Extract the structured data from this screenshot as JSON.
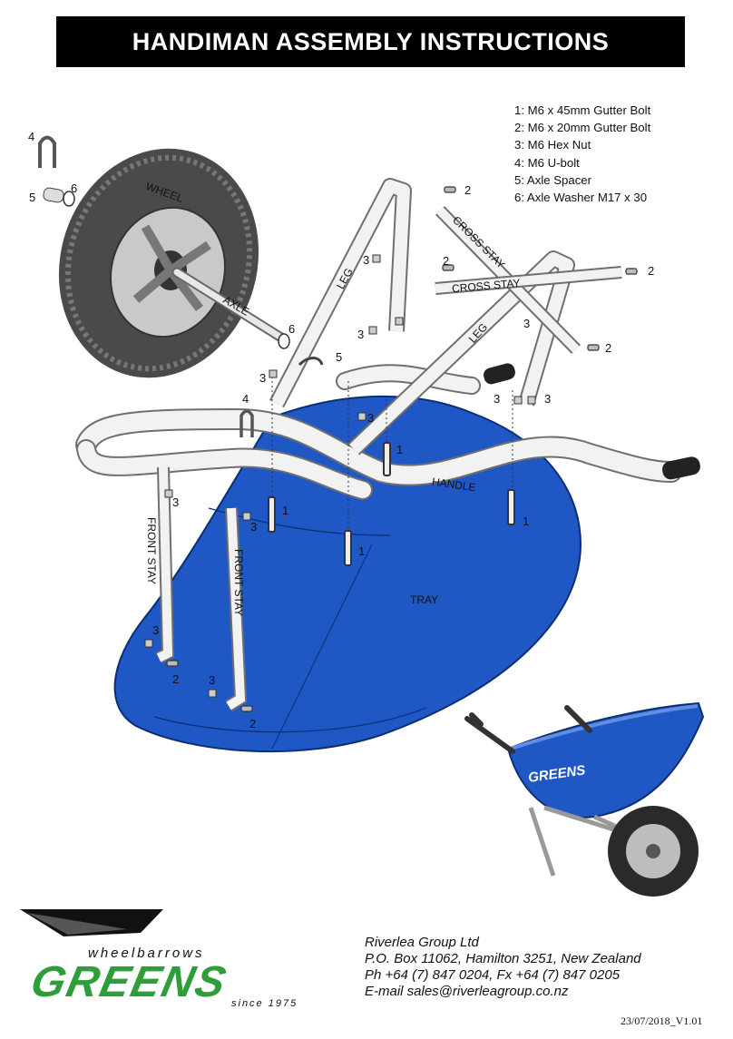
{
  "title": "HANDIMAN ASSEMBLY INSTRUCTIONS",
  "parts": [
    "1: M6 x 45mm Gutter Bolt",
    "2: M6 x 20mm Gutter Bolt",
    "3: M6 Hex Nut",
    "4: M6 U-bolt",
    "5: Axle Spacer",
    "6: Axle Washer M17 x 30"
  ],
  "labels": {
    "wheel": "WHEEL",
    "axle": "AXLE",
    "leg_left": "LEG",
    "leg_right": "LEG",
    "cross_stay_1": "CROSS STAY",
    "cross_stay_2": "CROSS STAY",
    "handle": "HANDLE",
    "front_stay_1": "FRONT STAY",
    "front_stay_2": "FRONT STAY",
    "tray": "TRAY"
  },
  "callouts": {
    "n1_a": "1",
    "n1_b": "1",
    "n1_c": "1",
    "n1_d": "1",
    "n2_a": "2",
    "n2_b": "2",
    "n2_c": "2",
    "n2_d": "2",
    "n2_e": "2",
    "n2_f": "2",
    "n3_a": "3",
    "n3_b": "3",
    "n3_c": "3",
    "n3_d": "3",
    "n3_e": "3",
    "n3_f": "3",
    "n3_g": "3",
    "n3_h": "3",
    "n3_i": "3",
    "n3_j": "3",
    "n3_k": "3",
    "n4_a": "4",
    "n4_b": "4",
    "n5_a": "5",
    "n5_b": "5",
    "n6_a": "6",
    "n6_b": "6"
  },
  "photo_logo": "GREENS",
  "brand": {
    "tagline": "wheelbarrows",
    "name": "GREENS",
    "since": "since 1975"
  },
  "contact": {
    "company": "Riverlea Group Ltd",
    "address": "P.O. Box 11062, Hamilton 3251, New Zealand",
    "phone": "Ph +64 (7) 847 0204, Fx +64 (7) 847 0205",
    "email": "E-mail sales@riverleagroup.co.nz"
  },
  "version": "23/07/2018_V1.01",
  "colors": {
    "tray_blue": "#1f58c4",
    "brand_green": "#2e9e3a",
    "title_bg": "#000000"
  }
}
